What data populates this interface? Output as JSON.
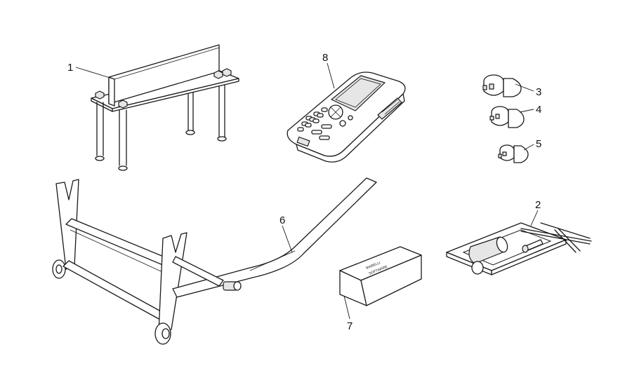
{
  "callouts": {
    "c1": "1",
    "c2": "2",
    "c3": "3",
    "c4": "4",
    "c5": "5",
    "c6": "6",
    "c7": "7",
    "c8": "8"
  },
  "box_label": {
    "line1": "MARELLI",
    "line2": "SOFTWARE"
  },
  "colors": {
    "line": "#1a1a1a",
    "background": "#ffffff"
  }
}
